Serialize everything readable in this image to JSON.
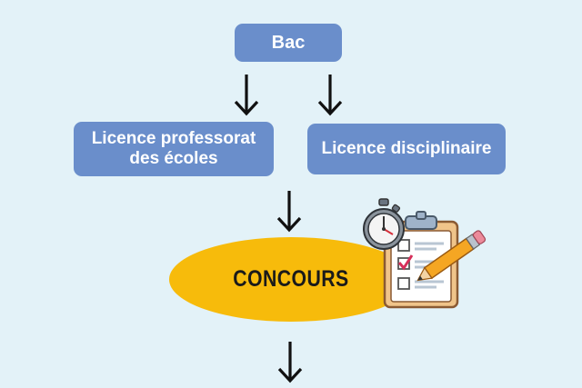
{
  "diagram": {
    "nodes": {
      "bac": {
        "label": "Bac"
      },
      "licence_pro": {
        "line1": "Licence professorat",
        "line2": "des écoles"
      },
      "licence_dis": {
        "label": "Licence disciplinaire"
      },
      "concours": {
        "label": "CONCOURS"
      }
    },
    "edges": [
      {
        "from": "Bac",
        "to": "Licence professorat des écoles"
      },
      {
        "from": "Bac",
        "to": "Licence disciplinaire"
      },
      {
        "from": "Licence professorat des écoles",
        "to": "CONCOURS"
      },
      {
        "from": "CONCOURS",
        "to": ""
      }
    ],
    "colors": {
      "background": "#e3f2f8",
      "box": "#6a8ecb",
      "ellipse": "#f7bb0b",
      "arrow": "#111111"
    },
    "illustration_icons": [
      "stopwatch-icon",
      "clipboard-checklist-icon",
      "pencil-icon"
    ]
  }
}
